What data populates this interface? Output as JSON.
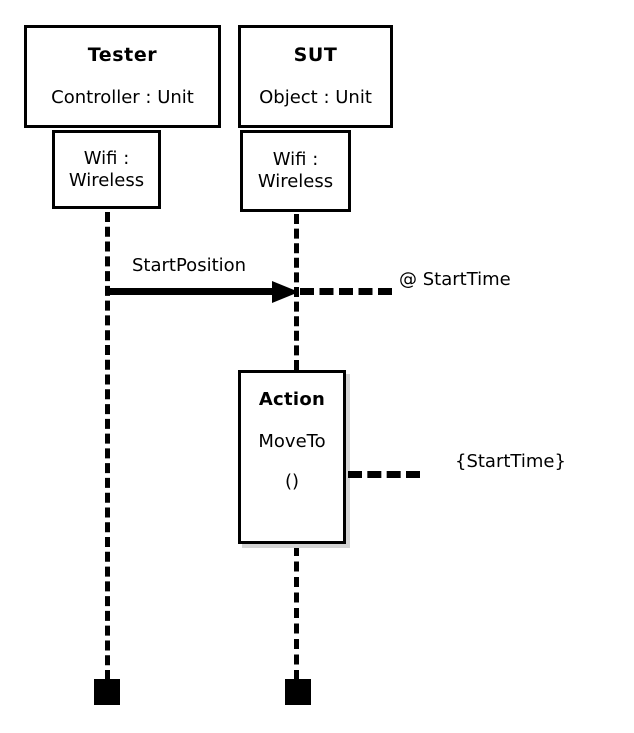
{
  "diagram": {
    "type": "uml-sequence-diagram",
    "background_color": "#ffffff",
    "line_color": "#000000",
    "shadow_color": "#d4d4d4"
  },
  "lifelines": [
    {
      "id": "tester",
      "title": "Tester",
      "subtitle": "Controller : Unit",
      "port": {
        "line1": "Wifi :",
        "line2": "Wireless"
      }
    },
    {
      "id": "sut",
      "title": "SUT",
      "subtitle": "Object : Unit",
      "port": {
        "line1": "Wifi :",
        "line2": "Wireless"
      }
    }
  ],
  "messages": [
    {
      "id": "start-position",
      "label": "StartPosition",
      "from": "tester",
      "to": "sut",
      "kind": "synchronous-solid-arrow"
    }
  ],
  "timing_constraints": [
    {
      "id": "start-time-observation",
      "label": "@ StartTime",
      "attached_to": "start-position"
    },
    {
      "id": "start-time-reference",
      "label": "{StartTime}",
      "attached_to": "action-moveto"
    }
  ],
  "execution_blocks": [
    {
      "id": "action-moveto",
      "stereotype": "Action",
      "operation": "MoveTo",
      "arguments": "()",
      "on_lifeline": "sut"
    }
  ],
  "terminators": [
    {
      "id": "tester-end",
      "on_lifeline": "tester",
      "shape": "filled-square"
    },
    {
      "id": "sut-end",
      "on_lifeline": "sut",
      "shape": "filled-square"
    }
  ]
}
